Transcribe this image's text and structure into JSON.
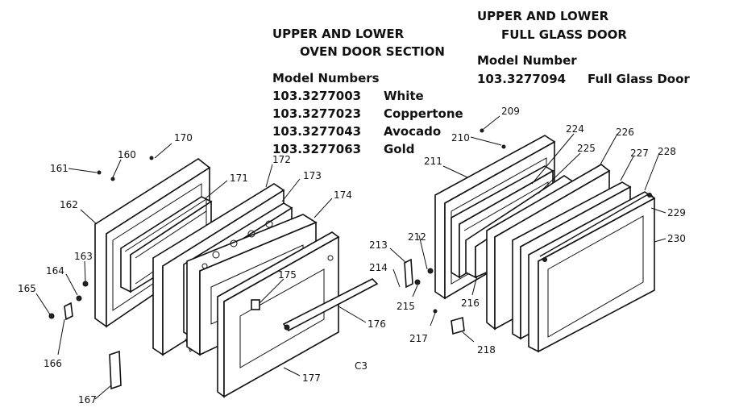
{
  "header_oven": {
    "line1": "UPPER AND LOWER",
    "line2": "OVEN DOOR SECTION",
    "model_title": "Model Numbers",
    "models": [
      {
        "number": "103.3277003",
        "color": "White"
      },
      {
        "number": "103.3277023",
        "color": "Coppertone"
      },
      {
        "number": "103.3277043",
        "color": "Avocado"
      },
      {
        "number": "103.3277063",
        "color": "Gold"
      }
    ]
  },
  "header_glass": {
    "line1": "UPPER AND LOWER",
    "line2": "FULL GLASS DOOR",
    "model_title": "Model Number",
    "model_number": "103.3277094",
    "model_desc": "Full Glass Door"
  },
  "section_code": "C3",
  "parts": {
    "p160": "160",
    "p161": "161",
    "p162": "162",
    "p163": "163",
    "p164": "164",
    "p165": "165",
    "p166": "166",
    "p167": "167",
    "p170": "170",
    "p171": "171",
    "p172": "172",
    "p173": "173",
    "p174": "174",
    "p175": "175",
    "p176": "176",
    "p177": "177",
    "p209": "209",
    "p210": "210",
    "p211": "211",
    "p212": "212",
    "p213": "213",
    "p214": "214",
    "p215": "215",
    "p216": "216",
    "p217": "217",
    "p218": "218",
    "p224": "224",
    "p225": "225",
    "p226": "226",
    "p227": "227",
    "p228": "228",
    "p229": "229",
    "p230": "230"
  }
}
